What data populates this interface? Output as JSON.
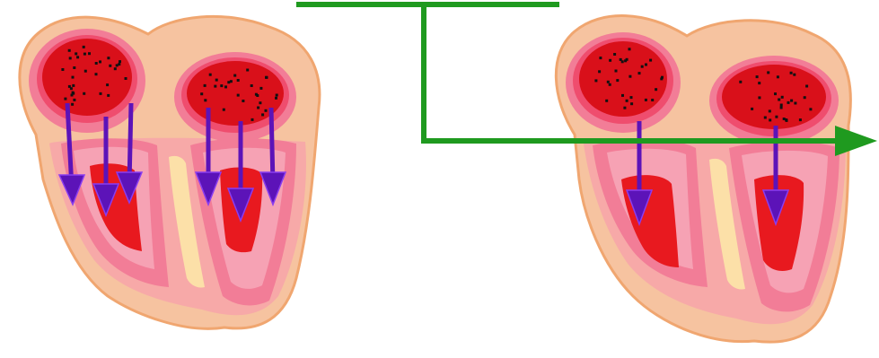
{
  "diagram": {
    "description_text": "",
    "colors": {
      "background": "#ffffff",
      "outer_tissue": "#f6c3a0",
      "outer_tissue_edge": "#f0a670",
      "myocardium": "#f7a9a8",
      "chamber_wall": "#f27d97",
      "chamber_inner": "#ef4d6e",
      "blood": "#e8191f",
      "atrium_blood": "#d9101a",
      "septum_highlight": "#fce0a8",
      "dots": "#111111",
      "flow_arrow": "#5c13b8",
      "flow_arrow_outline": "#8a3df0",
      "timeline_arrow": "#1f9a1f"
    },
    "hearts": [
      {
        "name": "left-heart",
        "arrows_per_atrium": [
          3,
          3
        ]
      },
      {
        "name": "right-heart",
        "arrows_per_atrium": [
          1,
          1
        ]
      }
    ]
  }
}
